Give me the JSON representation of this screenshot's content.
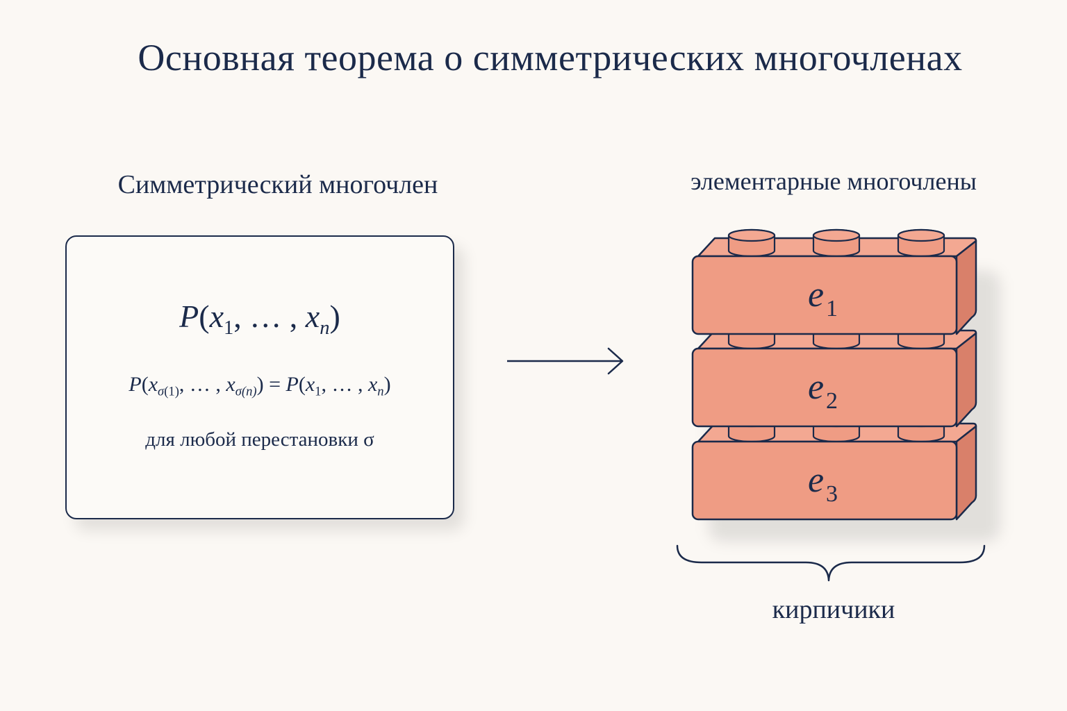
{
  "title": "Основная теорема о симметрических многочленах",
  "left_heading": "Симметрический многочлен",
  "right_heading": "элементарные многочлены",
  "card": {
    "formula_main": {
      "letter": "P",
      "x": "x",
      "sub1": "1",
      "subn": "n",
      "dots": ", … , "
    },
    "formula_symmetry": {
      "letter": "P",
      "x": "x",
      "sigma": "σ",
      "arg1": "(1)",
      "argn": "(n)",
      "dots": ", … , ",
      "eq": " = ",
      "sub1": "1",
      "subn": "n"
    },
    "caption": "для любой перестановки σ"
  },
  "bricks": [
    {
      "letter": "e",
      "sub": "1"
    },
    {
      "letter": "e",
      "sub": "2"
    },
    {
      "letter": "e",
      "sub": "3"
    }
  ],
  "footer_label": "кирпичики",
  "colors": {
    "ink": "#1b2a4a",
    "brick_front": "#ef9c84",
    "brick_side": "#d9806a",
    "brick_top": "#f3a892",
    "background": "#fbf8f4"
  }
}
